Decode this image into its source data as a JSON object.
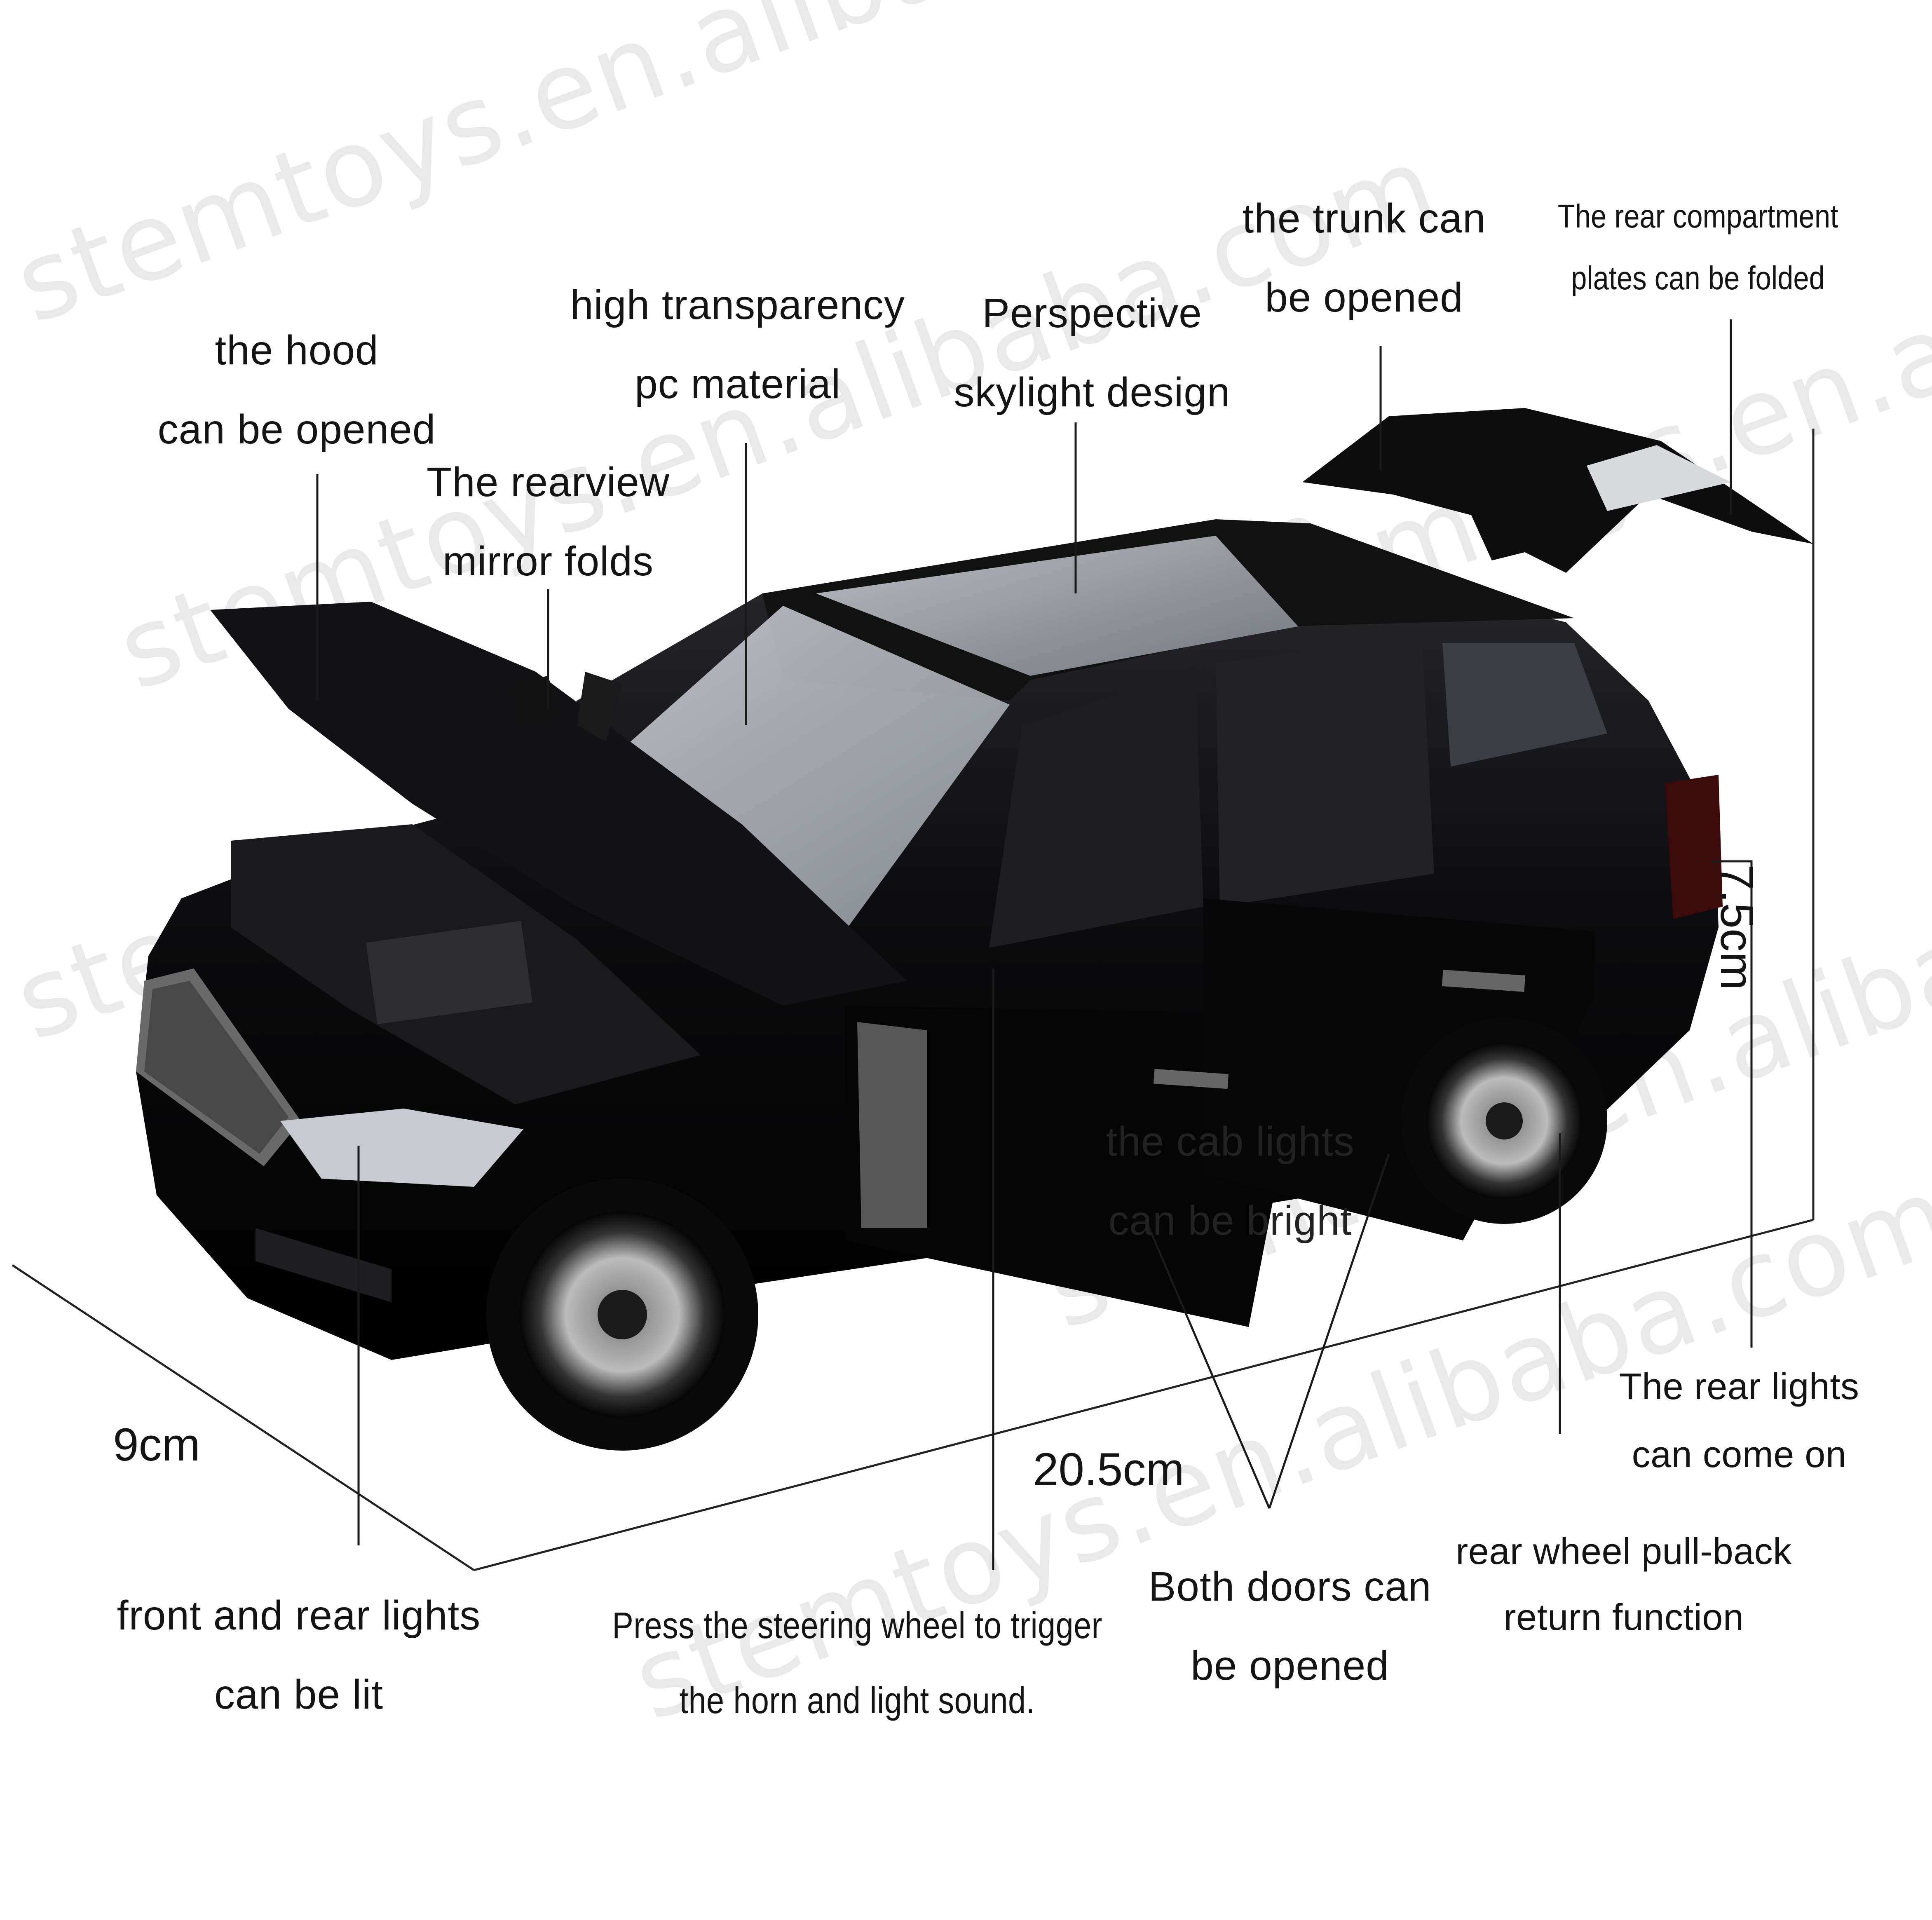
{
  "watermark": "stemtoys.en.alibaba.com",
  "annotations": {
    "hood": [
      "the hood",
      "can be opened"
    ],
    "pc": [
      "high transparency",
      "pc material"
    ],
    "mirror": [
      "The rearview",
      "mirror folds"
    ],
    "skylight": [
      "Perspective",
      "skylight design"
    ],
    "trunk": [
      "the trunk can",
      "be opened"
    ],
    "rear_plates": [
      "The rear compartment",
      "plates can be folded"
    ],
    "cab_lights": [
      "the cab lights",
      "can be bright"
    ],
    "front_rear_lights": [
      "front and rear lights",
      "can be lit"
    ],
    "steering": [
      "Press the steering wheel to trigger",
      "the horn and light sound."
    ],
    "doors": [
      "Both doors can",
      "be opened"
    ],
    "pullback": [
      "rear wheel pull-back",
      "return function"
    ],
    "rear_lights": [
      "The rear lights",
      "can come on"
    ]
  },
  "dimensions": {
    "width": "9cm",
    "length": "20.5cm",
    "height": "7.5cm"
  },
  "colors": {
    "car_body": "#0c0c0e",
    "text": "#141414",
    "lines": "#222222",
    "watermark": "#e6e6e6"
  }
}
